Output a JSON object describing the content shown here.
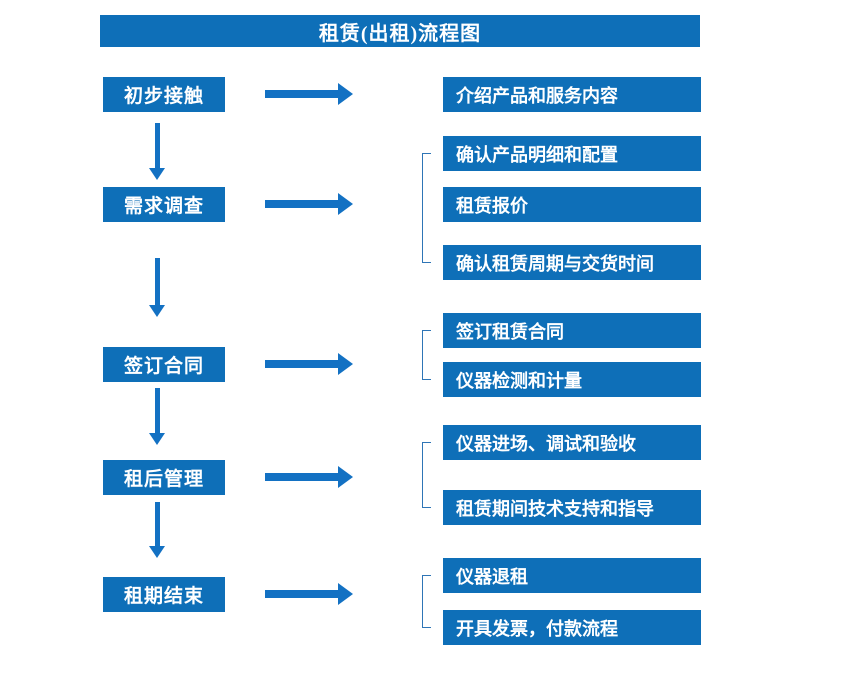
{
  "title": "租赁(出租)流程图",
  "colors": {
    "primary": "#0E6FB8",
    "arrow": "#1371C3",
    "bracket": "#2E75B6",
    "text": "#FFFFFF"
  },
  "steps": [
    {
      "label": "初步接触",
      "details": [
        "介绍产品和服务内容"
      ]
    },
    {
      "label": "需求调查",
      "details": [
        "确认产品明细和配置",
        "租赁报价",
        "确认租赁周期与交货时间"
      ]
    },
    {
      "label": "签订合同",
      "details": [
        "签订租赁合同",
        "仪器检测和计量"
      ]
    },
    {
      "label": "租后管理",
      "details": [
        "仪器进场、调试和验收",
        "租赁期间技术支持和指导"
      ]
    },
    {
      "label": "租期结束",
      "details": [
        "仪器退租",
        "开具发票，付款流程"
      ]
    }
  ]
}
